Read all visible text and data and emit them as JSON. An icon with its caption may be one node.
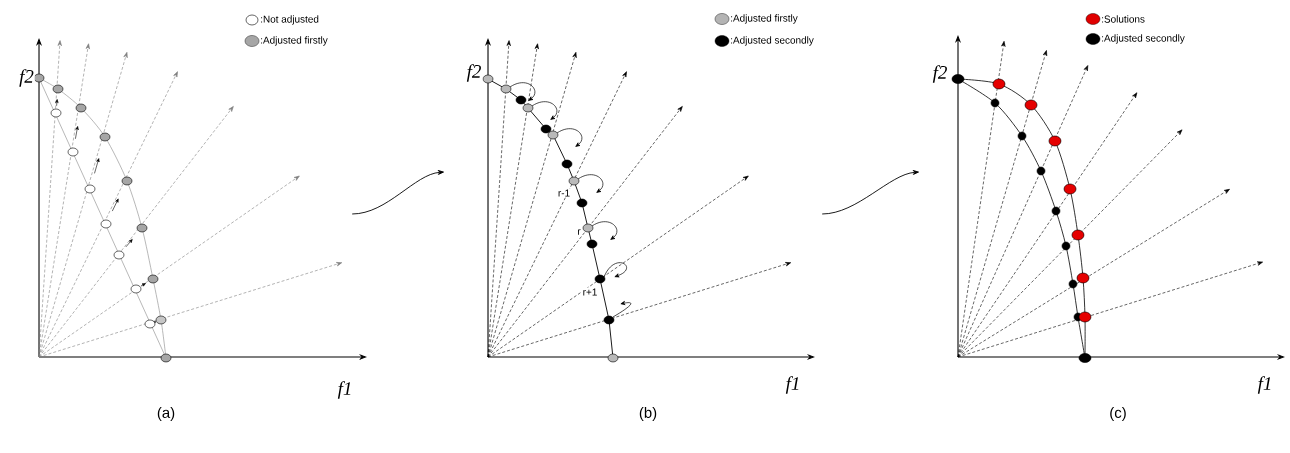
{
  "diagram": {
    "nodes": [
      {
        "text": [],
        "shape": "picture",
        "beside": [
          "(a)"
        ]
      },
      {
        "text": [],
        "shape": "picture",
        "beside": [
          "(b)"
        ]
      },
      {
        "text": [],
        "shape": "picture",
        "beside": [
          "(c)"
        ]
      }
    ],
    "edges": [
      {
        "from": 0,
        "to": 1,
        "arrow": "to"
      },
      {
        "from": 1,
        "to": 2,
        "arrow": "to"
      }
    ],
    "labels": [
      "f2",
      "f1",
      "f2",
      "r-1",
      "r",
      "r+1",
      "f1",
      "f2",
      "f1"
    ],
    "legend": [
      {
        "text": ":Not adjusted"
      },
      {
        "text": ":Adjusted firstly",
        "color": "#a6a6a6"
      },
      {
        "text": ":Adjusted firstly",
        "color": "#b4b4b4"
      },
      {
        "text": ":Adjusted secondly",
        "color": "#000000"
      },
      {
        "text": ":Solutions",
        "color": "#e00000"
      },
      {
        "text": ":Adjusted secondly",
        "color": "#000000"
      }
    ]
  }
}
